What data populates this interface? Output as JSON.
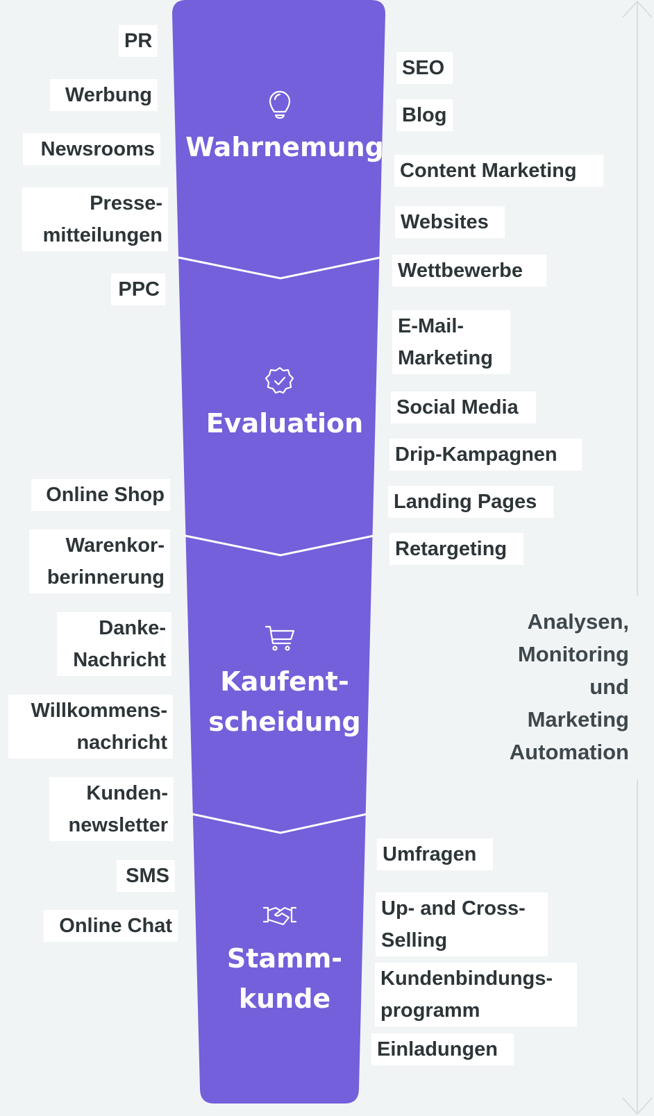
{
  "colors": {
    "funnel": "#7360da",
    "background": "#f1f4f5",
    "label_text": "#2d3538",
    "arrow": "#d9dfe2"
  },
  "stages": [
    {
      "title": "Wahrnemung",
      "icon": "lightbulb-icon"
    },
    {
      "title": "Evaluation",
      "icon": "badge-check-icon"
    },
    {
      "title": "Kaufent-\nscheidung",
      "icon": "shopping-cart-icon"
    },
    {
      "title": "Stamm-\nkunde",
      "icon": "handshake-icon"
    }
  ],
  "left_labels": [
    "PR",
    "Werbung",
    "Newsrooms",
    "Presse-\nmitteilungen",
    "PPC",
    "Online Shop",
    "Warenkor-\nberinnerung",
    "Danke-\nNachricht",
    "Willkommens-\nnachricht",
    "Kunden-\nnewsletter",
    "SMS",
    "Online Chat"
  ],
  "right_labels": [
    "SEO",
    "Blog",
    "Content Marketing",
    "Websites",
    "Wettbewerbe",
    "E-Mail-\nMarketing",
    "Social Media",
    "Drip-Kampagnen",
    "Landing Pages",
    "Retargeting",
    "Umfragen",
    "Up- and Cross-\nSelling",
    "Kundenbindungs-\nprogramm",
    "Einladungen"
  ],
  "side_note": "Analysen,\nMonitoring\nund\nMarketing\nAutomation"
}
